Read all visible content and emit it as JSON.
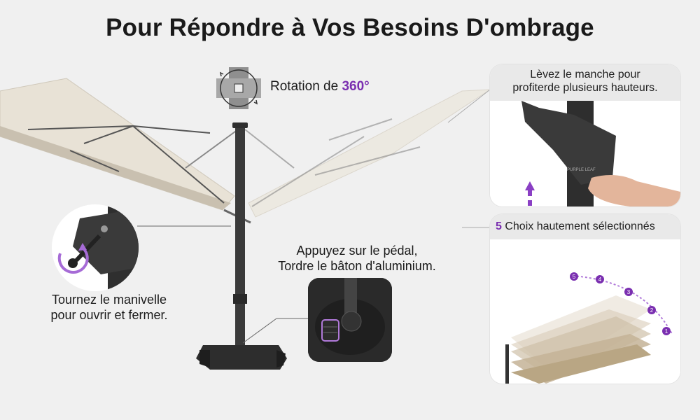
{
  "title": "Pour Répondre à Vos Besoins D'ombrage",
  "rotation": {
    "prefix": "Rotation de ",
    "value": "360°"
  },
  "crank": {
    "line1": "Tournez le manivelle",
    "line2": "pour ouvrir et fermer."
  },
  "pedal": {
    "line1": "Appuyez sur le pédal,",
    "line2": "Tordre le bâton d'aluminium."
  },
  "handle_card": {
    "line1": "Lèvez le manche pour",
    "line2": "profiterde plusieurs hauteurs.",
    "brand": "PURPLE LEAF"
  },
  "choices_card": {
    "count": "5",
    "label": " Choix hautement sélectionnés",
    "markers": [
      "5",
      "4",
      "3",
      "2",
      "1"
    ]
  },
  "colors": {
    "accent": "#7a2fb0",
    "canopy": "#e8e2d6",
    "pole": "#3a3a3a",
    "background": "#f0f0f0"
  }
}
